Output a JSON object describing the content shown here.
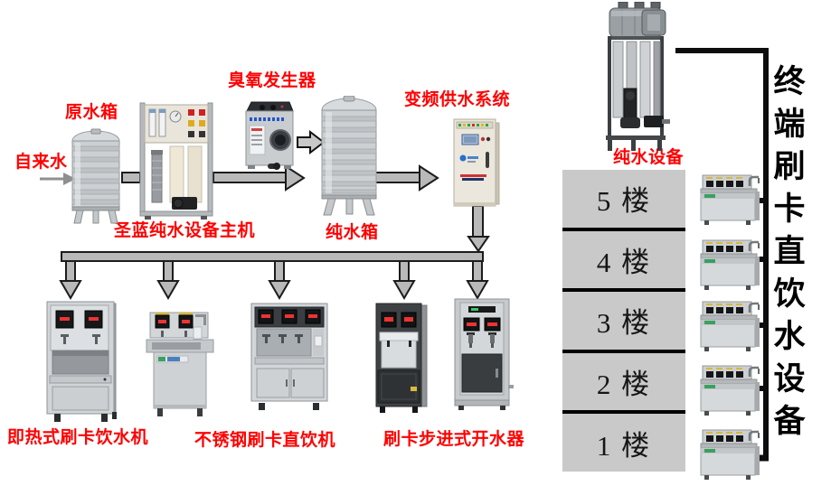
{
  "labels": {
    "tap_water": "自来水",
    "raw_water_tank": "原水箱",
    "main_unit": "圣蓝纯水设备主机",
    "ozone_generator": "臭氧发生器",
    "pure_water_tank": "纯水箱",
    "vfd_water_supply": "变频供水系统",
    "instant_card_machine": "即热式刷卡饮水机",
    "stainless_card_machine": "不锈钢刷卡直饮机",
    "stepper_card_boiler": "刷卡步进式开水器",
    "pure_water_equipment": "纯水设备"
  },
  "floors": [
    {
      "label": "5 楼"
    },
    {
      "label": "4 楼"
    },
    {
      "label": "3 楼"
    },
    {
      "label": "2 楼"
    },
    {
      "label": "1 楼"
    }
  ],
  "vertical_title": {
    "text": "终端刷卡直饮水设备",
    "chars": [
      "终",
      "端",
      "刷",
      "卡",
      "直",
      "饮",
      "水",
      "设",
      "备"
    ]
  },
  "colors": {
    "label_red": "#ff0000",
    "floor_panel_bg": "#c9c9c9",
    "line_black": "#0d0d0d",
    "pipe_fill": "#b9b9b9",
    "pipe_outline": "#1c1c1c"
  }
}
